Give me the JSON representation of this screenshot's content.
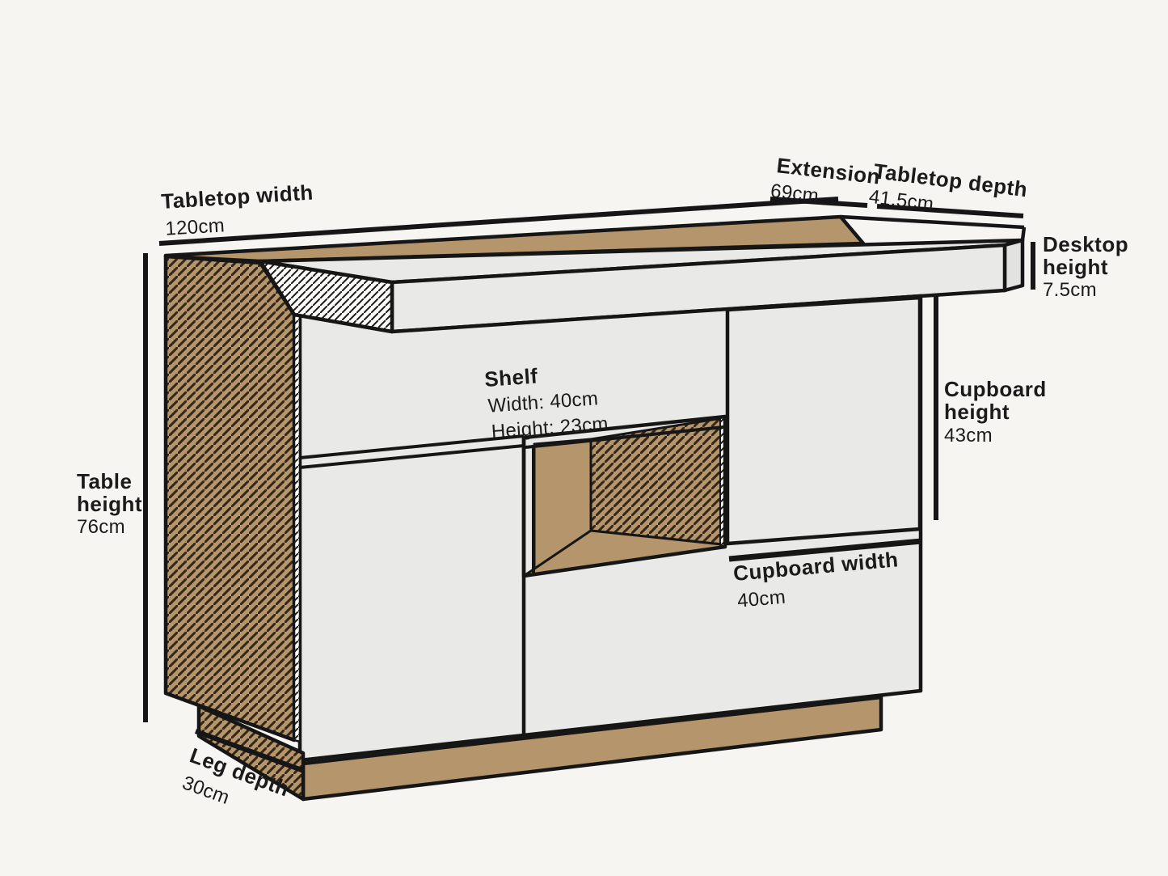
{
  "labels": {
    "tabletop_width": {
      "name": "Tabletop width",
      "value": "120cm"
    },
    "extension": {
      "name": "Extension",
      "value": "69cm"
    },
    "tabletop_depth": {
      "name": "Tabletop depth",
      "value": "41.5cm"
    },
    "desktop_height": {
      "line1": "Desktop",
      "line2": "height",
      "value": "7.5cm"
    },
    "cupboard_height": {
      "line1": "Cupboard",
      "line2": "height",
      "value": "43cm"
    },
    "cupboard_width": {
      "name": "Cupboard width",
      "value": "40cm"
    },
    "shelf": {
      "name": "Shelf",
      "width": "Width: 40cm",
      "height": "Height: 23cm"
    },
    "table_height": {
      "line1": "Table",
      "line2": "height",
      "value": "76cm"
    },
    "leg_depth": {
      "name": "Leg depth",
      "value": "30cm"
    }
  },
  "colors": {
    "background": "#f6f5f2",
    "wood": "#b5956b",
    "hatch_dark": "#342718",
    "panel": "#e9e9e7",
    "panel_shade": "#e2e2e0",
    "outline": "#161616",
    "text": "#1b1b1b"
  }
}
